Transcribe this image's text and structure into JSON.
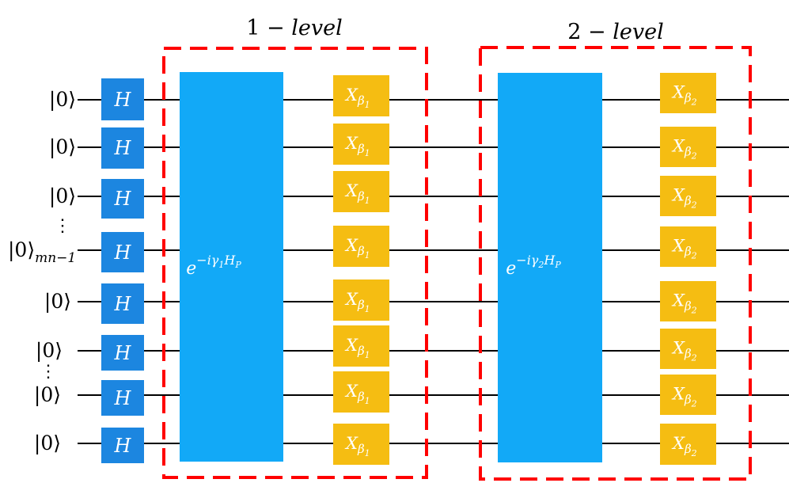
{
  "colors": {
    "hadamard_fill": "#1c86e0",
    "big_gate_fill": "#12a9f7",
    "mixer_fill": "#f5bd12",
    "frame_stroke": "#ff0000",
    "wire": "#000000"
  },
  "qubit_labels": [
    "|0⟩",
    "|0⟩",
    "|0⟩",
    "|0⟩",
    "|0⟩",
    "|0⟩",
    "|0⟩",
    "|0⟩"
  ],
  "qubit_label_subscript": "mn−1",
  "ellipsis": "⋮",
  "hadamard_label": "H",
  "levels": [
    {
      "title": "1 − level",
      "title_num": "1 −",
      "title_word": "level",
      "big_gate": {
        "base": "e",
        "sup_prefix": "−iγ",
        "sup_index": "1",
        "sup_suffix": "H",
        "sup_suffix_index": "P"
      },
      "mixer": {
        "base": "X",
        "sub": "β",
        "sub_index": "1"
      }
    },
    {
      "title": "2 − level",
      "title_num": "2 −",
      "title_word": "level",
      "big_gate": {
        "base": "e",
        "sup_prefix": "−iγ",
        "sup_index": "2",
        "sup_suffix": "H",
        "sup_suffix_index": "P"
      },
      "mixer": {
        "base": "X",
        "sub": "β",
        "sub_index": "2"
      }
    }
  ]
}
